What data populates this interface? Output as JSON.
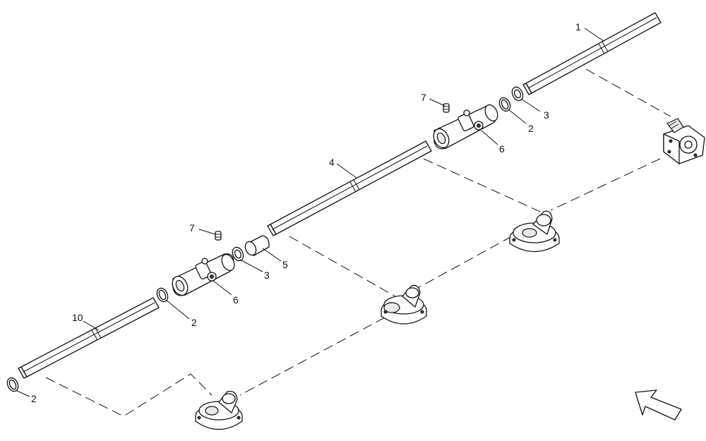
{
  "diagram": {
    "callouts": {
      "c1": "1",
      "c2a": "2",
      "c3a": "3",
      "c7a": "7",
      "c6a": "6",
      "c4": "4",
      "c7b": "7",
      "c5": "5",
      "c3b": "3",
      "c6b": "6",
      "c2b": "2",
      "c10": "10",
      "c2c": "2"
    },
    "icons": {
      "orientation_arrow": "arrow-up-left-icon"
    }
  }
}
